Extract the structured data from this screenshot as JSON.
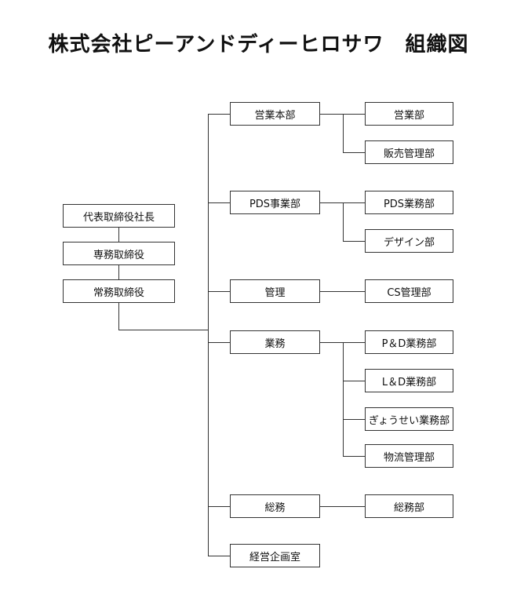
{
  "title": "株式会社ピーアンドディーヒロサワ　組織図",
  "colors": {
    "line": "#333333",
    "box_border": "#333333",
    "text": "#111111",
    "background": "#ffffff"
  },
  "chart_data": {
    "type": "org-chart",
    "title": "株式会社ピーアンドディーヒロサワ　組織図",
    "hierarchy": {
      "root": "代表取締役社長",
      "chain": [
        "代表取締役社長",
        "専務取締役",
        "常務取締役"
      ],
      "divisions": [
        {
          "name": "営業本部",
          "children": [
            "営業部",
            "販売管理部"
          ]
        },
        {
          "name": "PDS事業部",
          "children": [
            "PDS業務部",
            "デザイン部"
          ]
        },
        {
          "name": "管理",
          "children": [
            "CS管理部"
          ]
        },
        {
          "name": "業務",
          "children": [
            "P＆D業務部",
            "L＆D業務部",
            "ぎょうせい業務部",
            "物流管理部"
          ]
        },
        {
          "name": "総務",
          "children": [
            "総務部"
          ]
        },
        {
          "name": "経営企画室",
          "children": []
        }
      ]
    }
  },
  "nodes": {
    "president": "代表取締役社長",
    "senior_md": "専務取締役",
    "managing_md": "常務取締役",
    "sales_hq": "営業本部",
    "sales_dept": "営業部",
    "sales_admin_dept": "販売管理部",
    "pds_division": "PDS事業部",
    "pds_ops_dept": "PDS業務部",
    "design_dept": "デザイン部",
    "kanri": "管理",
    "cs_admin_dept": "CS管理部",
    "gyomu": "業務",
    "pd_ops_dept": "P＆D業務部",
    "ld_ops_dept": "L＆D業務部",
    "gyosei_ops_dept": "ぎょうせい業務部",
    "logistics_admin_dept": "物流管理部",
    "somu": "総務",
    "somu_dept": "総務部",
    "planning_office": "経営企画室"
  }
}
